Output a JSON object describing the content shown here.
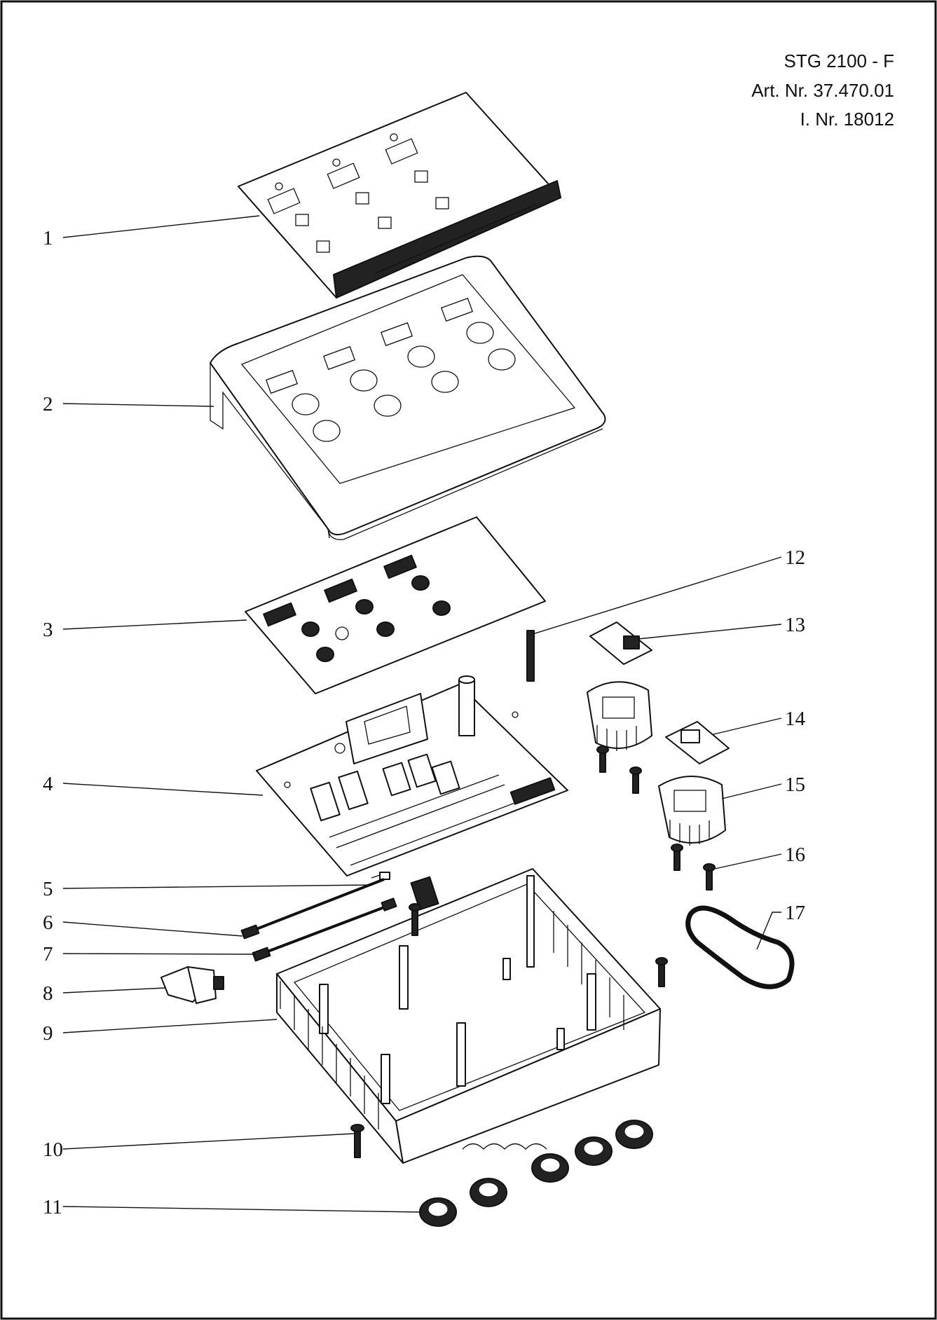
{
  "header": {
    "model": "STG 2100 - F",
    "article": "Art. Nr. 37.470.01",
    "identifier": "I. Nr. 18012"
  },
  "callouts": [
    "1",
    "2",
    "3",
    "4",
    "5",
    "6",
    "7",
    "8",
    "9",
    "10",
    "11",
    "12",
    "13",
    "14",
    "15",
    "16",
    "17"
  ]
}
